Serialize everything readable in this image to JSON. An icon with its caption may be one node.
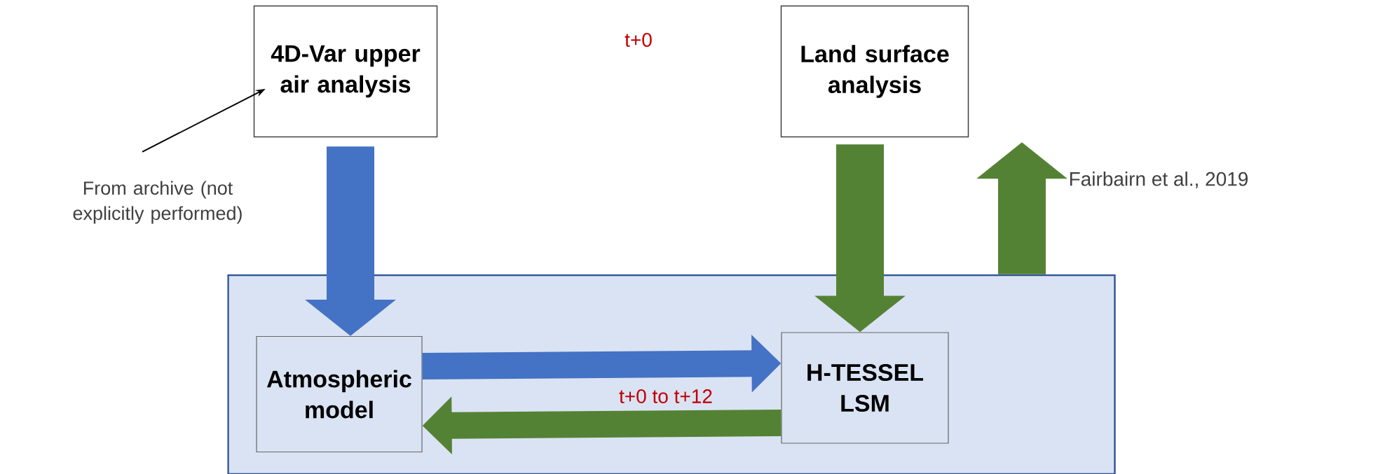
{
  "diagram": {
    "nodes": [
      {
        "text": [
          "4D-Var upper air analysis"
        ]
      },
      {
        "text": [
          "Land surface analysis"
        ]
      },
      {
        "text": [],
        "shape": "box"
      },
      {
        "text": [
          "Atmospheric model"
        ],
        "in": 2
      },
      {
        "text": [
          "H-TESSEL LSM"
        ],
        "in": 2
      },
      {
        "text": [
          "From archive (not explicitly performed)"
        ]
      }
    ],
    "edges": [
      {
        "from": 0,
        "to": 3,
        "arrow": "to",
        "color": "#4472c4"
      },
      {
        "from": 1,
        "to": 4,
        "arrow": "to",
        "color": "#548235"
      },
      {
        "from": 2,
        "to": 1,
        "arrow": "to",
        "color": "#548235"
      },
      {
        "from": 3,
        "to": 4,
        "arrow": "to",
        "color": "#4472c4"
      },
      {
        "from": 4,
        "to": 3,
        "arrow": "to",
        "color": "#548235"
      },
      {
        "from": 5,
        "to": 0,
        "arrow": "to",
        "color": "#000000"
      }
    ],
    "labels": [
      "t+0",
      "t+0 to t+12",
      "Fairbairn et al., 2019"
    ]
  }
}
